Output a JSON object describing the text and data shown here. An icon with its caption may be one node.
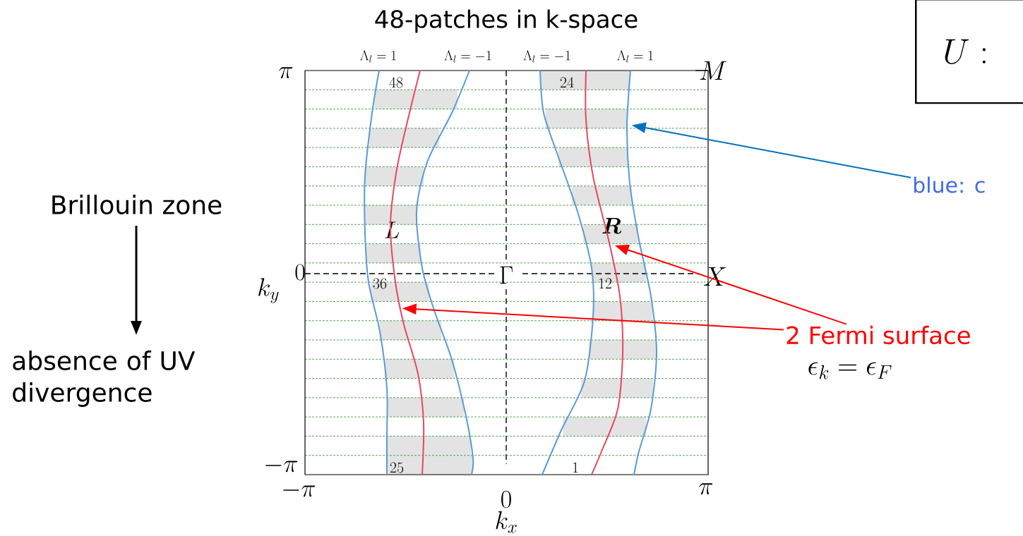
{
  "diagram": {
    "title": "48-patches in k-space",
    "nodes": [
      {
        "text": [
          "Brillouin zone"
        ]
      },
      {
        "text": [
          "absence of UV divergence"
        ]
      },
      {
        "text": [
          "U :"
        ]
      },
      {
        "text": [
          "blue: c"
        ]
      },
      {
        "text": [
          "2 Fermi surface"
        ],
        "beside": [
          "\\epsilon_k = \\epsilon_F"
        ]
      },
      {
        "text": [],
        "shape": "curve"
      },
      {
        "text": [],
        "shape": "curve"
      },
      {
        "text": [],
        "shape": "curve"
      }
    ],
    "edges": [
      {
        "from": 0,
        "to": 1,
        "arrow": "to",
        "color": "#000000"
      },
      {
        "from": 3,
        "to": 7,
        "arrow": "to",
        "color": "#0070c0"
      },
      {
        "from": 4,
        "to": 6,
        "arrow": "to",
        "color": "#ff0000"
      },
      {
        "from": 4,
        "to": 5,
        "arrow": "to",
        "color": "#ff0000"
      }
    ],
    "labels": [
      "\\Lambda_l = 1",
      "\\Lambda_l = -1",
      "\\Lambda_l = -1",
      "\\Lambda_l = 1",
      "\\pi",
      "M",
      "48",
      "24",
      "L",
      "\\boldsymbol{R}",
      "0",
      "\\Gamma",
      "X",
      "k_y",
      "36",
      "12",
      "-\\pi",
      "25",
      "1",
      "-\\pi",
      "0",
      "\\pi",
      "k_x"
    ]
  }
}
